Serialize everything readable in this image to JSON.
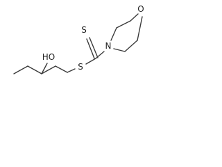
{
  "molecule": {
    "atoms": {
      "hydroxyl": "HO",
      "thiocarbonyl_sulfur": "S",
      "thioether_sulfur": "S",
      "morpholine_nitrogen": "N",
      "morpholine_oxygen": "O"
    },
    "colors": {
      "bond": "#3a3a3a",
      "label": "#222222",
      "background": "#ffffff"
    }
  }
}
